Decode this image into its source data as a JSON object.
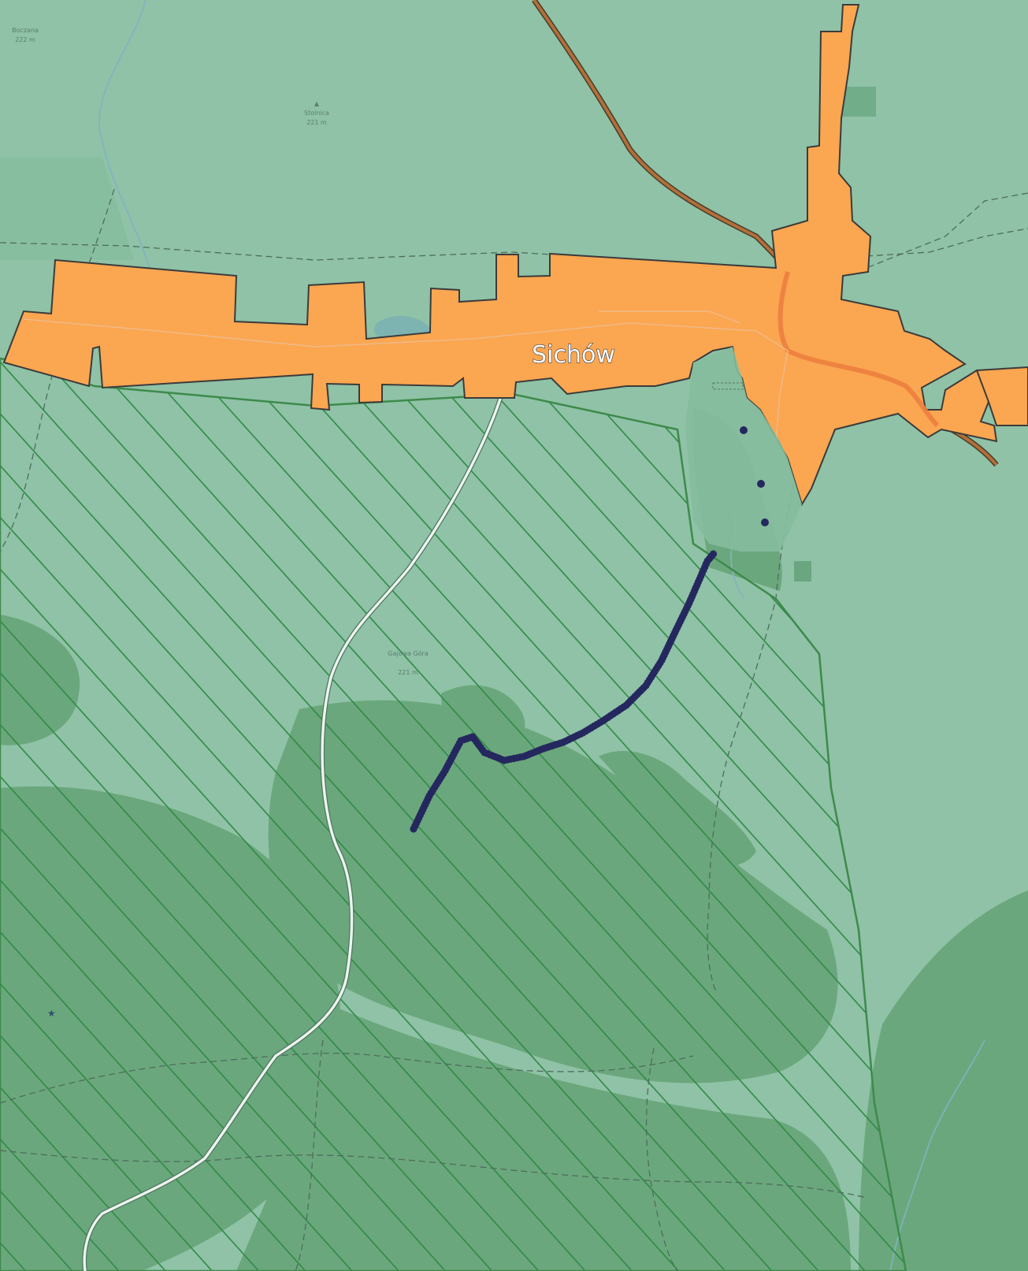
{
  "map": {
    "town_label": "Sichów",
    "peaks": [
      {
        "name": "Boczana",
        "elevation": "222 m"
      },
      {
        "name": "Stolnica",
        "elevation": "221 m"
      },
      {
        "name": "Gajowa Góra",
        "elevation": "221 m"
      }
    ],
    "colors": {
      "background": "#8fc2a6",
      "village": "#fba651",
      "village_border": "#3b3b3b",
      "hatch": "#2f8a45",
      "forest": "#5f9e6e",
      "boundary_line": "#3e8a4c",
      "road": "#b0703a",
      "track_points": "#25285e",
      "main_road": "#ec7f3e"
    }
  }
}
